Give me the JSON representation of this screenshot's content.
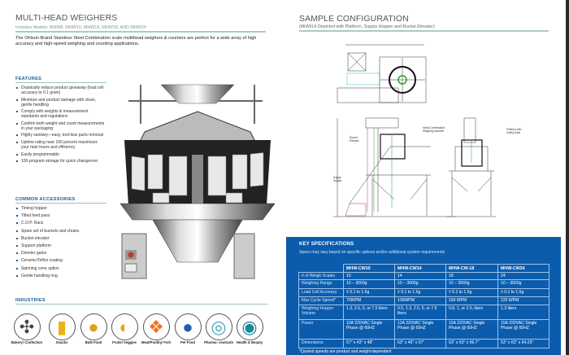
{
  "left": {
    "title": "MULTI-HEAD WEIGHERS",
    "subtitle": "Includes Models: MHW8, MHW10, MHW14, MHW18, AND MHW24",
    "intro": "The Ohlson Brand Stainless Steel Combination scale multihead weighers & counters are perfect for a wide array of high accuracy and high-speed weighing and counting applications.",
    "features": {
      "heading": "FEATURES",
      "items": [
        "Drastically reduce product giveaway (load cell accuracy to 0.1 gram)",
        "Minimize and product damage with clean, gentle handling",
        "Comply with weights & measurement standards and regulations",
        "Confirm both weight and count measurements in your packaging",
        "Highly sanitary—easy, tool-less parts removal",
        "Uptime rating near 100 percent maximizes your man hours and efficiency",
        "Easily programmable",
        "100-program storage for quick changeover"
      ]
    },
    "accessories": {
      "heading": "COMMON ACCESSORIES",
      "items": [
        "Timing hopper",
        "Tilted feed pans",
        "C.O.P. Rack",
        "Spare set of buckets and chutes",
        "Bucket elevator",
        "Support platform",
        "Diverter gates",
        "Ceramic/Teflon coating",
        "Spinning cone option",
        "Gentle handling ring"
      ]
    },
    "industries": {
      "heading": "INDUSTRIES",
      "items": [
        {
          "label": "Bakery/ Confection",
          "icon": "windmill-icon"
        },
        {
          "label": "Snacks",
          "icon": "snack-bag-icon"
        },
        {
          "label": "Bulk Food",
          "icon": "grain-scoop-icon"
        },
        {
          "label": "Fruits/ Veggies",
          "icon": "fruit-icon"
        },
        {
          "label": "Meat/Poultry/ Fish",
          "icon": "meat-icon"
        },
        {
          "label": "Pet Food",
          "icon": "pet-food-bag-icon"
        },
        {
          "label": "Pharma- ceuticals",
          "icon": "swirl-icon"
        },
        {
          "label": "Health & Beauty",
          "icon": "eye-icon"
        }
      ]
    }
  },
  "right": {
    "title": "SAMPLE CONFIGURATION",
    "subtitle": "(MHW14 Depicted with Platform, Supply Hopper and Bucket Elevator)",
    "drawing_labels": {
      "bucket_elevator": "Bucket Elevator",
      "supply_hopper": "Supply Hopper",
      "machine": "Ishida Combination Weighing Machine",
      "platform": "Platform with Safety Rails"
    },
    "specs": {
      "title": "KEY SPECIFICATIONS",
      "subtitle": "Specs may vary based on specific options and/or additional system requirements",
      "columns": [
        "MHW-CW10",
        "MHW-CW14",
        "MHW-CW-18",
        "MHW-CW24"
      ],
      "rows": [
        {
          "label": "# of Weigh Scales",
          "values": [
            "10",
            "14",
            "18",
            "24"
          ]
        },
        {
          "label": "Weighing Range",
          "values": [
            "10 – 3000g",
            "10 – 3000g",
            "10 – 3000g",
            "10 – 3000g"
          ]
        },
        {
          "label": "Load Cell Accuracy",
          "values": [
            "± 0.1 to 1.5g",
            "± 0.1 to 1.5g",
            "± 0.1 to 1.5g",
            "± 0.1 to 1.5g"
          ]
        },
        {
          "label": "Max Cycle Speed*",
          "values": [
            "70WPM",
            "130WPM",
            "160 WPM",
            "220 WPM"
          ]
        },
        {
          "label": "Weighing Hopper Volume",
          "values": [
            "1.3, 2.5, 5, or 7.5 liters",
            "0.5, 1.3, 2.5, 5, or 7.5 liters",
            "0.8, 1, or 2.5, liters",
            "1.3 liters"
          ]
        },
        {
          "label": "Power",
          "values": [
            "10A 220VAC Single Phase @ 60HZ",
            "12A 220VAC Single Phase @ 60HZ",
            "15A 220VAC Single Phase @ 60HZ",
            "15A 220VAC Single Phase @ 60HZ"
          ]
        },
        {
          "label": "Dimensions",
          "values": [
            "57\" x 43\" x 48\"",
            "63\" x 45\" x 57\"",
            "63\" x 63\" x 66.7\"",
            "63\" x 63\" x 64.25\""
          ]
        }
      ],
      "footnote": "*Quoted speeds are product and weight-dependent"
    }
  },
  "colors": {
    "accent_blue": "#0c5cad",
    "heading_blue": "#1e5a8c",
    "rule_teal": "#a9cbc4"
  }
}
